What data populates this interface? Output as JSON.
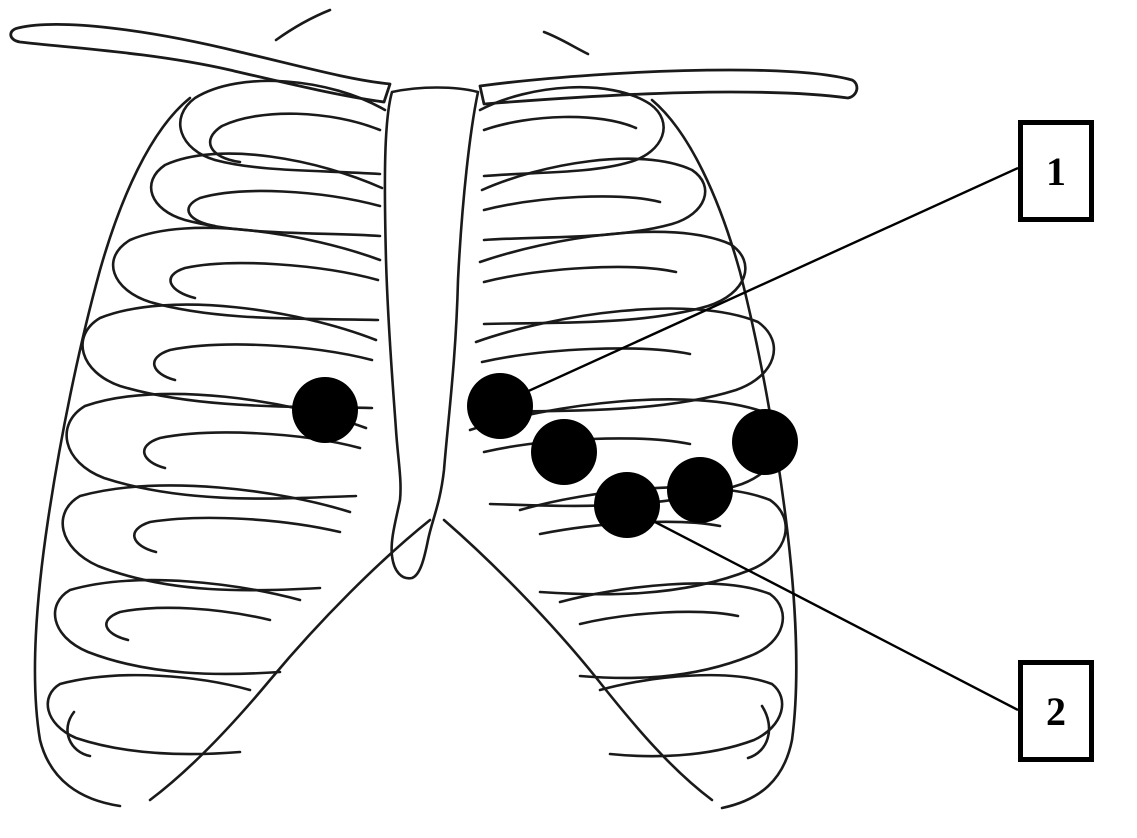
{
  "labels": [
    {
      "id": "1",
      "text": "1"
    },
    {
      "id": "2",
      "text": "2"
    }
  ],
  "electrodes": {
    "count": 6,
    "color": "#000000"
  },
  "colors": {
    "line": "#1a1a1a",
    "background": "#ffffff",
    "label_border": "#000000"
  }
}
